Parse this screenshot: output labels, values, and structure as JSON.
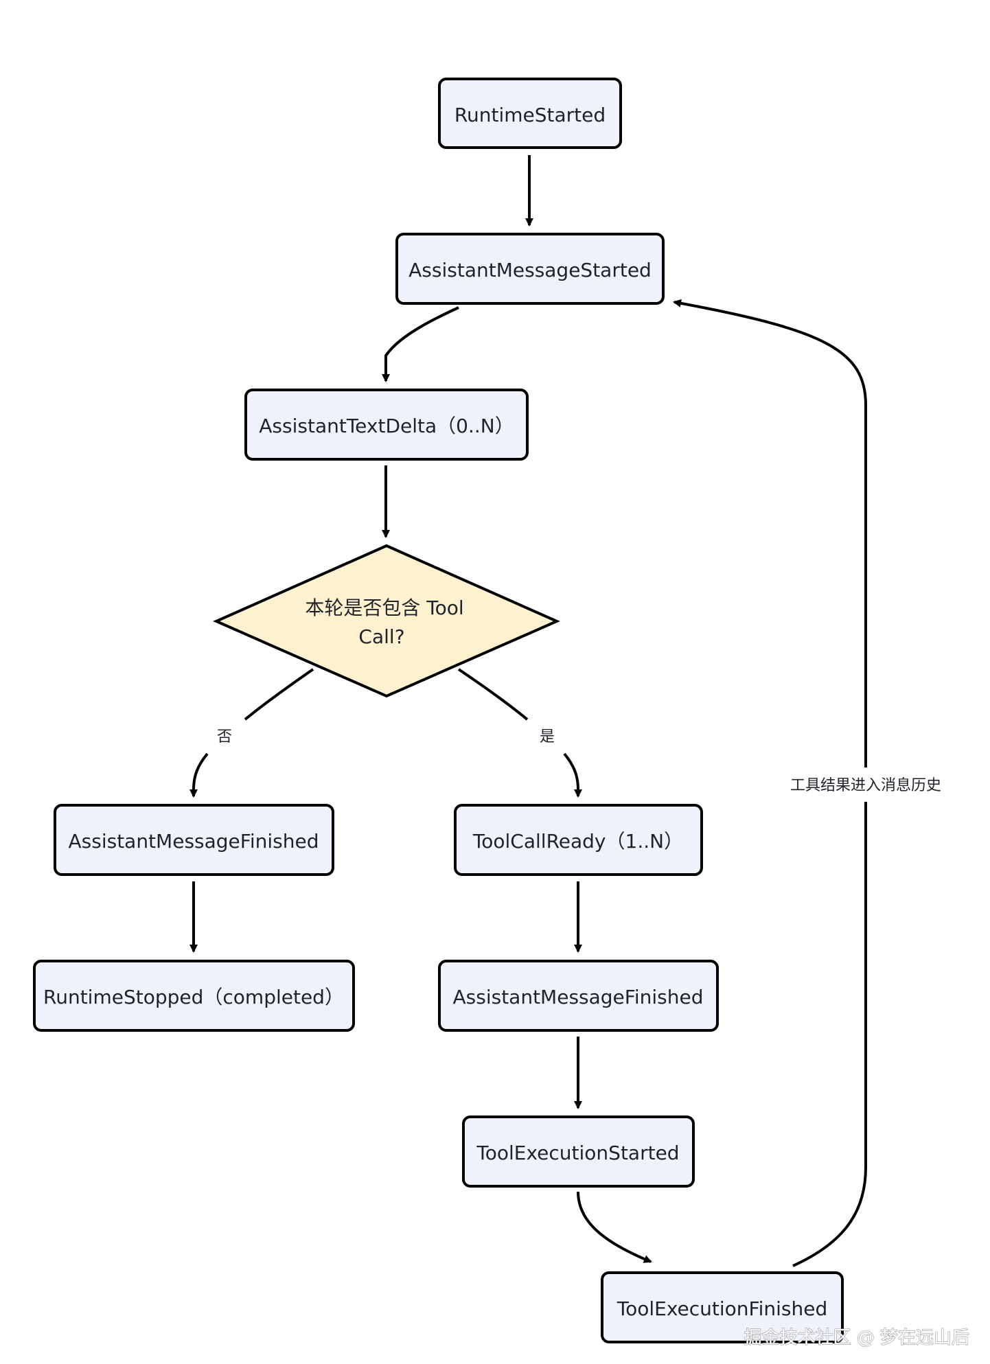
{
  "colors": {
    "node_fill": "#eff2fa",
    "node_stroke": "#000000",
    "decision_fill": "#fdf1d0",
    "edge": "#000000",
    "text": "#1f2329"
  },
  "nodes": {
    "runtime_started": "RuntimeStarted",
    "assistant_message_started": "AssistantMessageStarted",
    "assistant_text_delta": "AssistantTextDelta（0..N）",
    "decision_line1": "本轮是否包含 Tool",
    "decision_line2": "Call?",
    "assistant_message_finished_no": "AssistantMessageFinished",
    "runtime_stopped": "RuntimeStopped（completed）",
    "tool_call_ready": "ToolCallReady（1..N）",
    "assistant_message_finished_yes": "AssistantMessageFinished",
    "tool_execution_started": "ToolExecutionStarted",
    "tool_execution_finished": "ToolExecutionFinished"
  },
  "edges": {
    "no_label": "否",
    "yes_label": "是",
    "loop_label": "工具结果进入消息历史"
  },
  "watermark": "掘金技术社区 @ 梦在远山后"
}
